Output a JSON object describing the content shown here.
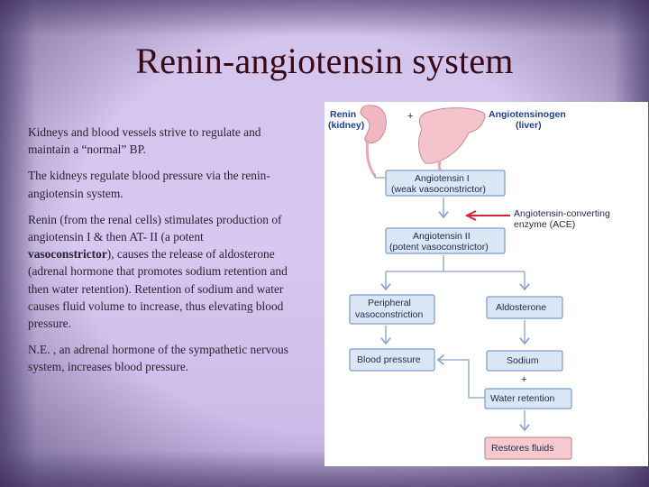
{
  "title": "Renin-angiotensin system",
  "paragraphs": {
    "p1": "Kidneys and blood vessels strive to regulate and maintain a “normal” BP.",
    "p2": "The kidneys regulate blood pressure via the renin-angiotensin system.",
    "p3_before": "Renin (from the renal cells) stimulates production of angiotensin I & then AT- II (a potent ",
    "p3_bold": "vasoconstrictor",
    "p3_after": "), causes the release of aldosterone (adrenal hormone that promotes sodium retention and then water retention).  Retention of sodium and water causes fluid volume to increase, thus elevating blood pressure.",
    "p4": "N.E. , an adrenal hormone of the sympathetic nervous system, increases blood pressure."
  },
  "diagram": {
    "renin_label": "Renin",
    "kidney_label": "(kidney)",
    "plus": "+",
    "angiotensinogen_label": "Angiotensinogen",
    "liver_label": "(liver)",
    "angiotensin1_line1": "Angiotensin I",
    "angiotensin1_line2": "(weak vasoconstrictor)",
    "ace_line1": "Angiotensin-converting",
    "ace_line2": "enzyme (ACE)",
    "angiotensin2_line1": "Angiotensin II",
    "angiotensin2_line2": "(potent vasoconstrictor)",
    "peripheral_line1": "Peripheral",
    "peripheral_line2": "vasoconstriction",
    "aldosterone": "Aldosterone",
    "blood_pressure": "Blood pressure",
    "sodium": "Sodium",
    "water_retention": "Water retention",
    "restores_fluids": "Restores fluids",
    "colors": {
      "box_fill": "#dbe6f4",
      "box_border": "#7a9ccc",
      "final_fill": "#f6c9cf",
      "final_border": "#c98a96",
      "ace_arrow": "#d8233a",
      "kidney": "#f0b7c1",
      "liver": "#f4c3cc"
    }
  }
}
